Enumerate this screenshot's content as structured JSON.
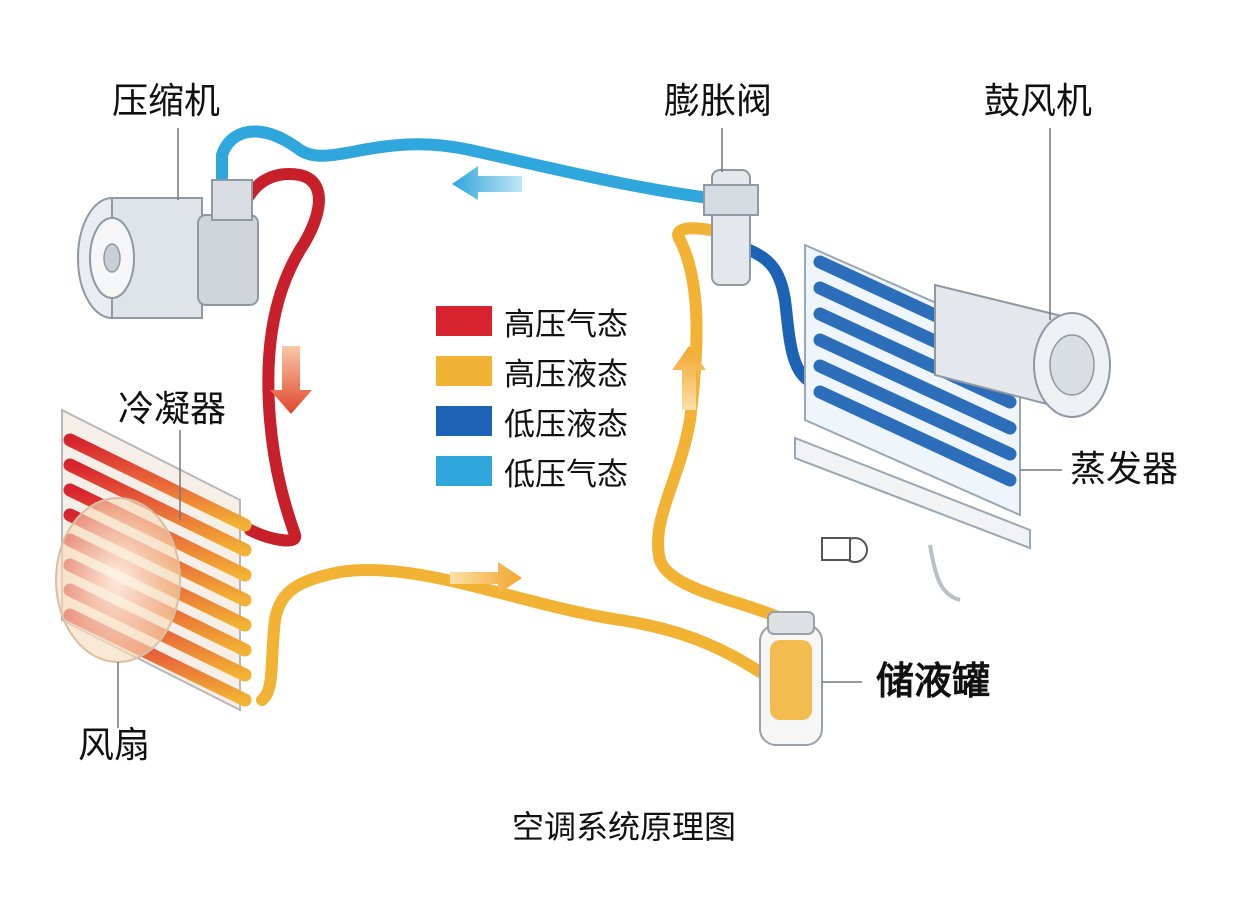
{
  "labels": {
    "compressor": "压缩机",
    "expansion_valve": "膨胀阀",
    "blower": "鼓风机",
    "condenser": "冷凝器",
    "evaporator": "蒸发器",
    "receiver": "储液罐",
    "fan": "风扇"
  },
  "legend": [
    {
      "label": "高压气态",
      "color": "#d7232e"
    },
    {
      "label": "高压液态",
      "color": "#f2b233"
    },
    {
      "label": "低压液态",
      "color": "#1c63b5"
    },
    {
      "label": "低压气态",
      "color": "#2fa6dc"
    }
  ],
  "caption": "空调系统原理图"
}
